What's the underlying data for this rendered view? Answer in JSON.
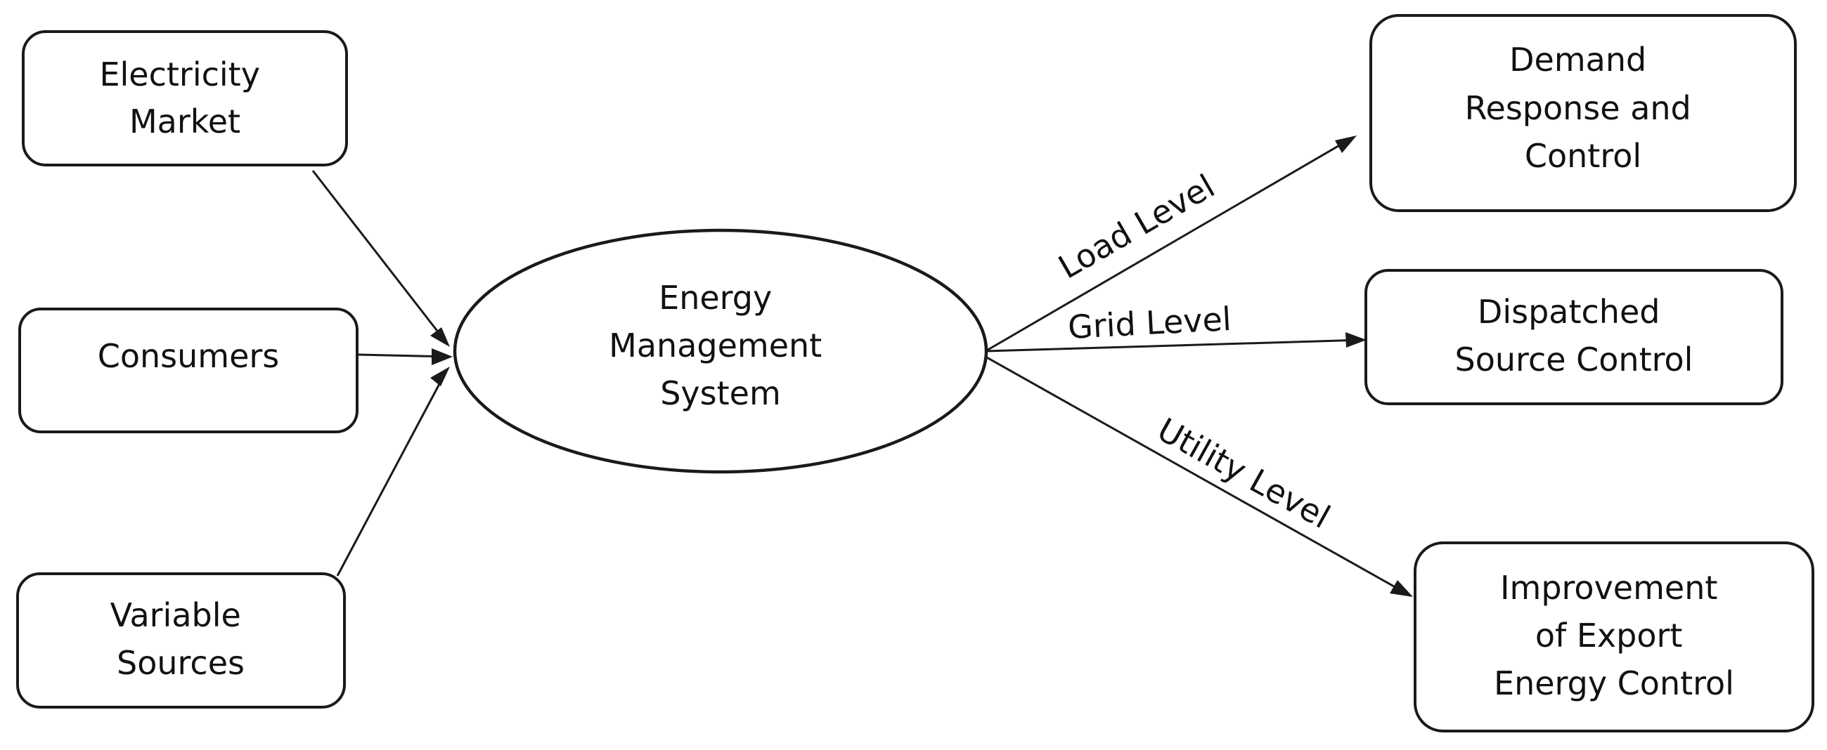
{
  "nodes": {
    "electricity_market": {
      "lines": [
        "Electricity",
        "Market"
      ]
    },
    "consumers": {
      "lines": [
        "Consumers"
      ]
    },
    "variable_sources": {
      "lines": [
        "Variable",
        "Sources"
      ]
    },
    "ems": {
      "lines": [
        "Energy",
        "Management",
        "System"
      ]
    },
    "demand_response": {
      "lines": [
        "Demand",
        "Response and",
        "Control"
      ]
    },
    "dispatched_source": {
      "lines": [
        "Dispatched",
        "Source Control"
      ]
    },
    "export_energy": {
      "lines": [
        "Improvement",
        "of Export",
        "Energy Control"
      ]
    }
  },
  "edges": {
    "load_level": "Load Level",
    "grid_level": "Grid Level",
    "utility_level": "Utility Level"
  }
}
